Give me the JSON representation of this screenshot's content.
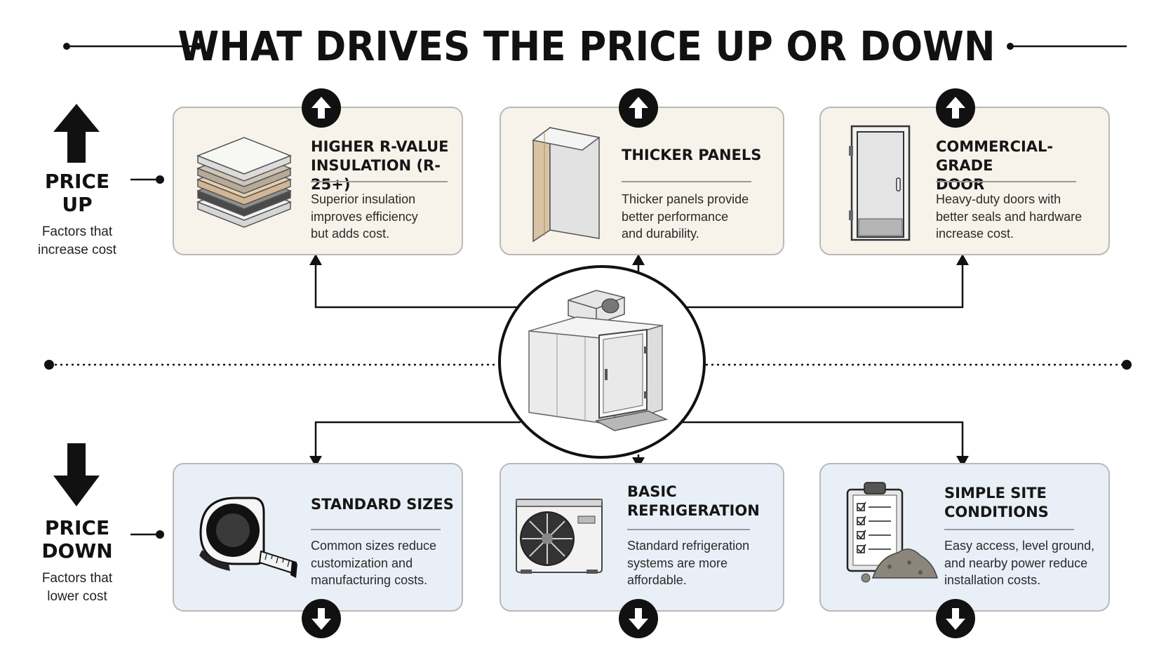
{
  "title": "WHAT DRIVES THE PRICE UP OR DOWN",
  "price_up": {
    "label_line1": "PRICE",
    "label_line2": "UP",
    "sub_line1": "Factors that",
    "sub_line2": "increase cost",
    "arrow_icon": "arrow-up-icon"
  },
  "price_down": {
    "label_line1": "PRICE",
    "label_line2": "DOWN",
    "sub_line1": "Factors that",
    "sub_line2": "lower cost",
    "arrow_icon": "arrow-down-icon"
  },
  "up_factors": [
    {
      "title_line1": "HIGHER R-VALUE",
      "title_line2": "INSULATION (R-25+)",
      "desc_line1": "Superior insulation",
      "desc_line2": "improves efficiency",
      "desc_line3": "but adds cost.",
      "icon": "insulation-layers-icon"
    },
    {
      "title_line1": "THICKER PANELS",
      "title_line2": "",
      "desc_line1": "Thicker panels provide",
      "desc_line2": "better performance",
      "desc_line3": "and durability.",
      "icon": "thick-panel-icon"
    },
    {
      "title_line1": "COMMERCIAL-GRADE",
      "title_line2": "DOOR",
      "desc_line1": "Heavy-duty doors with",
      "desc_line2": "better seals and hardware",
      "desc_line3": "increase cost.",
      "icon": "commercial-door-icon"
    }
  ],
  "down_factors": [
    {
      "title_line1": "STANDARD SIZES",
      "title_line2": "",
      "desc_line1": "Common sizes reduce",
      "desc_line2": "customization and",
      "desc_line3": "manufacturing costs.",
      "icon": "tape-measure-icon"
    },
    {
      "title_line1": "BASIC",
      "title_line2": "REFRIGERATION",
      "desc_line1": "Standard refrigeration",
      "desc_line2": "systems are more",
      "desc_line3": "affordable.",
      "icon": "condenser-unit-icon"
    },
    {
      "title_line1": "SIMPLE SITE",
      "title_line2": "CONDITIONS",
      "desc_line1": "Easy access, level ground,",
      "desc_line2": "and nearby power reduce",
      "desc_line3": "installation costs.",
      "icon": "clipboard-gravel-icon"
    }
  ],
  "hub_icon": "walk-in-cooler-icon",
  "colors": {
    "up_card": "#f8f3ea",
    "down_card": "#e9eff7",
    "ink": "#111111"
  }
}
